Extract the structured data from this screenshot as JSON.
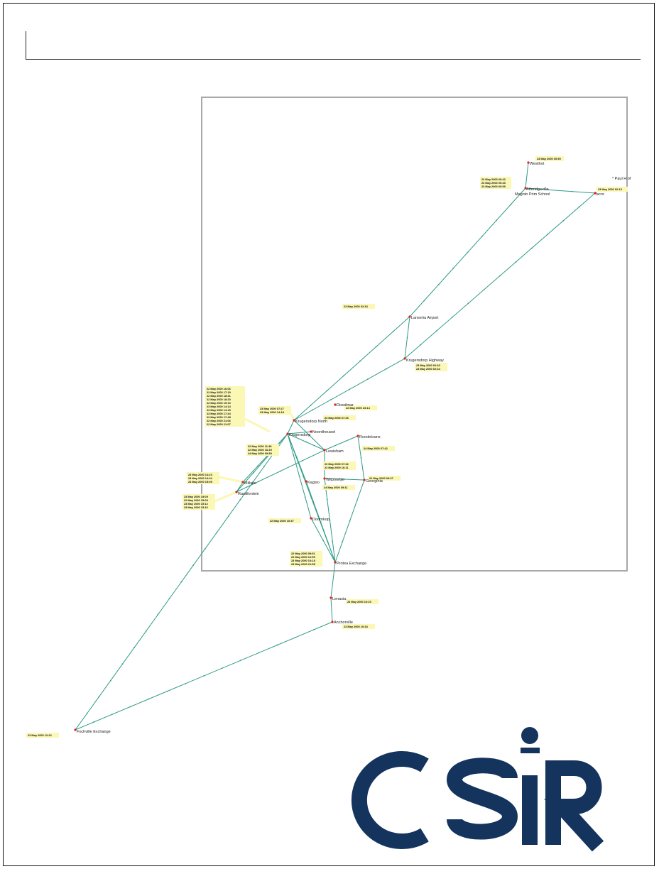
{
  "map": {
    "places": [
      {
        "id": "westfort",
        "name": "Westfort"
      },
      {
        "id": "atteridgeville",
        "name": "Atteridgeville"
      },
      {
        "id": "magoto",
        "name": "Magoto Prim School"
      },
      {
        "id": "iscor",
        "name": "Iscor"
      },
      {
        "id": "paulhof",
        "name": "* Paul H of"
      },
      {
        "id": "lanseria",
        "name": "Lanseria Airport"
      },
      {
        "id": "kdh",
        "name": "Krugersdorp Highway"
      },
      {
        "id": "diswilmar",
        "name": "Diswilmar"
      },
      {
        "id": "kdn",
        "name": "Krugersdorp North"
      },
      {
        "id": "noordheuwel",
        "name": "Noordheuwel"
      },
      {
        "id": "roodekrans",
        "name": "Roodekrans"
      },
      {
        "id": "kd",
        "name": "Krugersdorp"
      },
      {
        "id": "lewisham",
        "name": "Lewisham"
      },
      {
        "id": "witpoortjie",
        "name": "Witpoortjie"
      },
      {
        "id": "georginia",
        "name": "Georginia"
      },
      {
        "id": "kagiso",
        "name": "Kagiso"
      },
      {
        "id": "millsite",
        "name": "Millsite"
      },
      {
        "id": "randfontein",
        "name": "Randfontein"
      },
      {
        "id": "doornkop",
        "name": "Doornkop"
      },
      {
        "id": "protea",
        "name": "Protea Exchange"
      },
      {
        "id": "lenasia",
        "name": "Lenasia"
      },
      {
        "id": "anchorville",
        "name": "Anchorville"
      },
      {
        "id": "fochville",
        "name": "Fochville Exchange"
      }
    ],
    "timestamp_groups": [
      {
        "id": "t_westfort",
        "lines": [
          "23 May 2000 00:50"
        ]
      },
      {
        "id": "t_atteridge",
        "lines": [
          "23 May 2000 00:42",
          "23 May 2000 00:43",
          "23 May 2000 00:59"
        ]
      },
      {
        "id": "t_iscor",
        "lines": [
          "23 May 2000 02:13"
        ]
      },
      {
        "id": "t_lanseria",
        "lines": [
          "23 May 2000 02:34"
        ]
      },
      {
        "id": "t_kdh",
        "lines": [
          "23 May 2000 02:33",
          "23 May 2000 02:34"
        ]
      },
      {
        "id": "t_diswilmar",
        "lines": [
          "22 May 2000 23:14"
        ]
      },
      {
        "id": "t_kdn",
        "lines": [
          "23 May 2000 07:27",
          "23 May 2000 14:18"
        ]
      },
      {
        "id": "t_noord",
        "lines": [
          "23 May 2000 07:26"
        ]
      },
      {
        "id": "t_big",
        "lines": [
          "22 May 2000 16:06",
          "22 May 2000 17:19",
          "22 May 2000 18:31",
          "22 May 2000 18:20",
          "22 May 2000 19:10",
          "23 May 2000 14:14",
          "23 May 2000 14:15",
          "23 May 2000 17:44",
          "22 May 2000 17:48",
          "22 May 2000 21:06",
          "22 May 2000 21:07"
        ]
      },
      {
        "id": "t_kd",
        "lines": [
          "22 May 2000 11:36",
          "22 May 2000 16:29",
          "24 May 2000 09:59"
        ]
      },
      {
        "id": "t_roode",
        "lines": [
          "24 May 2000 07:42"
        ]
      },
      {
        "id": "t_lewis",
        "lines": [
          "23 May 2000 07:32",
          "22 May 2000 16:11"
        ]
      },
      {
        "id": "t_georg",
        "lines": [
          "22 May 2000 06:37"
        ]
      },
      {
        "id": "t_witp",
        "lines": [
          "24 May 2000 09:11"
        ]
      },
      {
        "id": "t_mill",
        "lines": [
          "23 May 2000 14:23",
          "23 May 2000 14:34",
          "23 May 2000 15:05"
        ]
      },
      {
        "id": "t_rand",
        "lines": [
          "23 May 2000 15:09",
          "22 May 2000 15:09",
          "23 May 2000 15:12",
          "23 May 2000 15:16"
        ]
      },
      {
        "id": "t_doorn",
        "lines": [
          "22 May 2000 10:37"
        ]
      },
      {
        "id": "t_protea",
        "lines": [
          "22 May 2000 09:51",
          "22 May 2000 12:59",
          "23 May 2000 10:18",
          "23 May 2000 21:58"
        ]
      },
      {
        "id": "t_lenasia",
        "lines": [
          "23 May 2000 10:20"
        ]
      },
      {
        "id": "t_anchor",
        "lines": [
          "23 May 2000 10:34"
        ]
      },
      {
        "id": "t_foch",
        "lines": [
          "23 May 2000 12:22"
        ]
      }
    ],
    "colors": {
      "route": "#2f9a86",
      "node": "#e0201c",
      "tag_bg": "#fbf7b4",
      "border": "#a8a8a8",
      "logo": "#14345e"
    }
  },
  "logo": {
    "icon": "csir-logo-icon",
    "text": "CSIR"
  }
}
